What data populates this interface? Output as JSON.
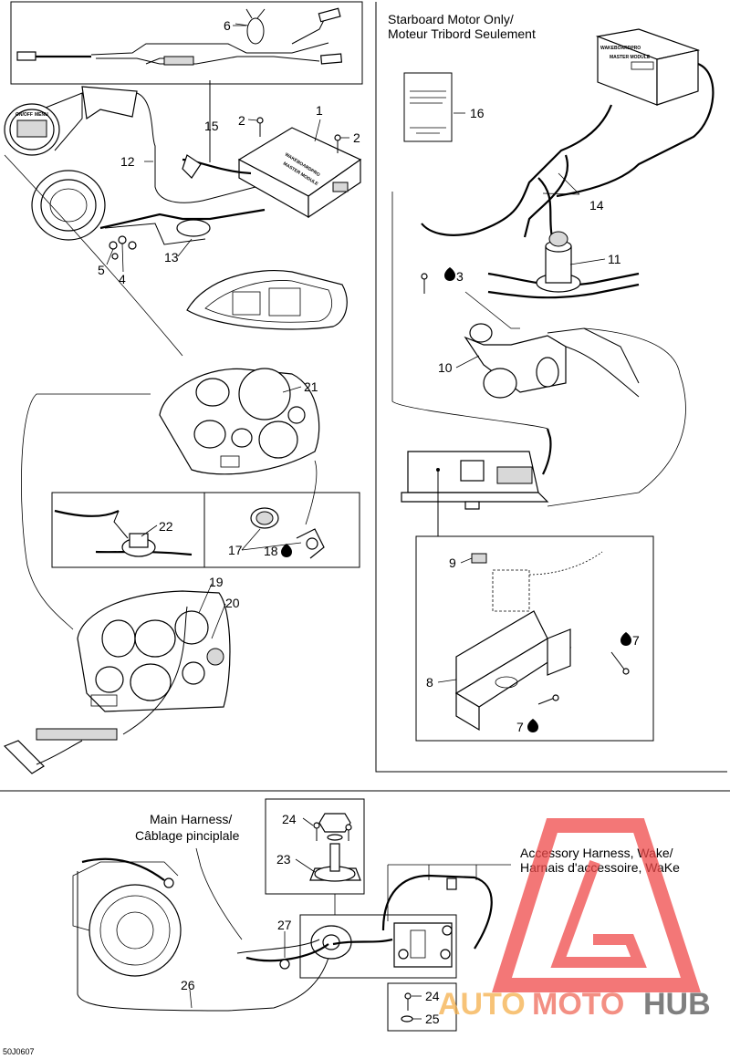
{
  "callouts": {
    "c1": "1",
    "c2a": "2",
    "c2b": "2",
    "c3": "3",
    "c4": "4",
    "c5": "5",
    "c6": "6",
    "c7a": "7",
    "c7b": "7",
    "c8": "8",
    "c9": "9",
    "c10": "10",
    "c11": "11",
    "c12": "12",
    "c13": "13",
    "c14": "14",
    "c15": "15",
    "c16": "16",
    "c17": "17",
    "c18": "18",
    "c19": "19",
    "c20": "20",
    "c21": "21",
    "c22": "22",
    "c23": "23",
    "c24a": "24",
    "c24b": "24",
    "c25": "25",
    "c26": "26",
    "c27": "27"
  },
  "captions": {
    "starboard_line1": "Starboard Motor Only/",
    "starboard_line2": "Moteur Tribord Seulement",
    "main_harness_line1": "Main Harness/",
    "main_harness_line2": "Câblage pinciplale",
    "accessory_line1": "Accessory Harness, Wake/",
    "accessory_line2": "Harnais d'accessoire, WaKe"
  },
  "module_labels": {
    "brand": "WAKEBOARDPRO",
    "sub": "MASTER MODULE"
  },
  "gauge_labels": {
    "onoff": "ON/OFF",
    "menu": "MENU"
  },
  "watermark": {
    "auto": "AUTO",
    "moto": "MOTO",
    "hub": "HUB"
  },
  "diagram_code": "50J0607"
}
